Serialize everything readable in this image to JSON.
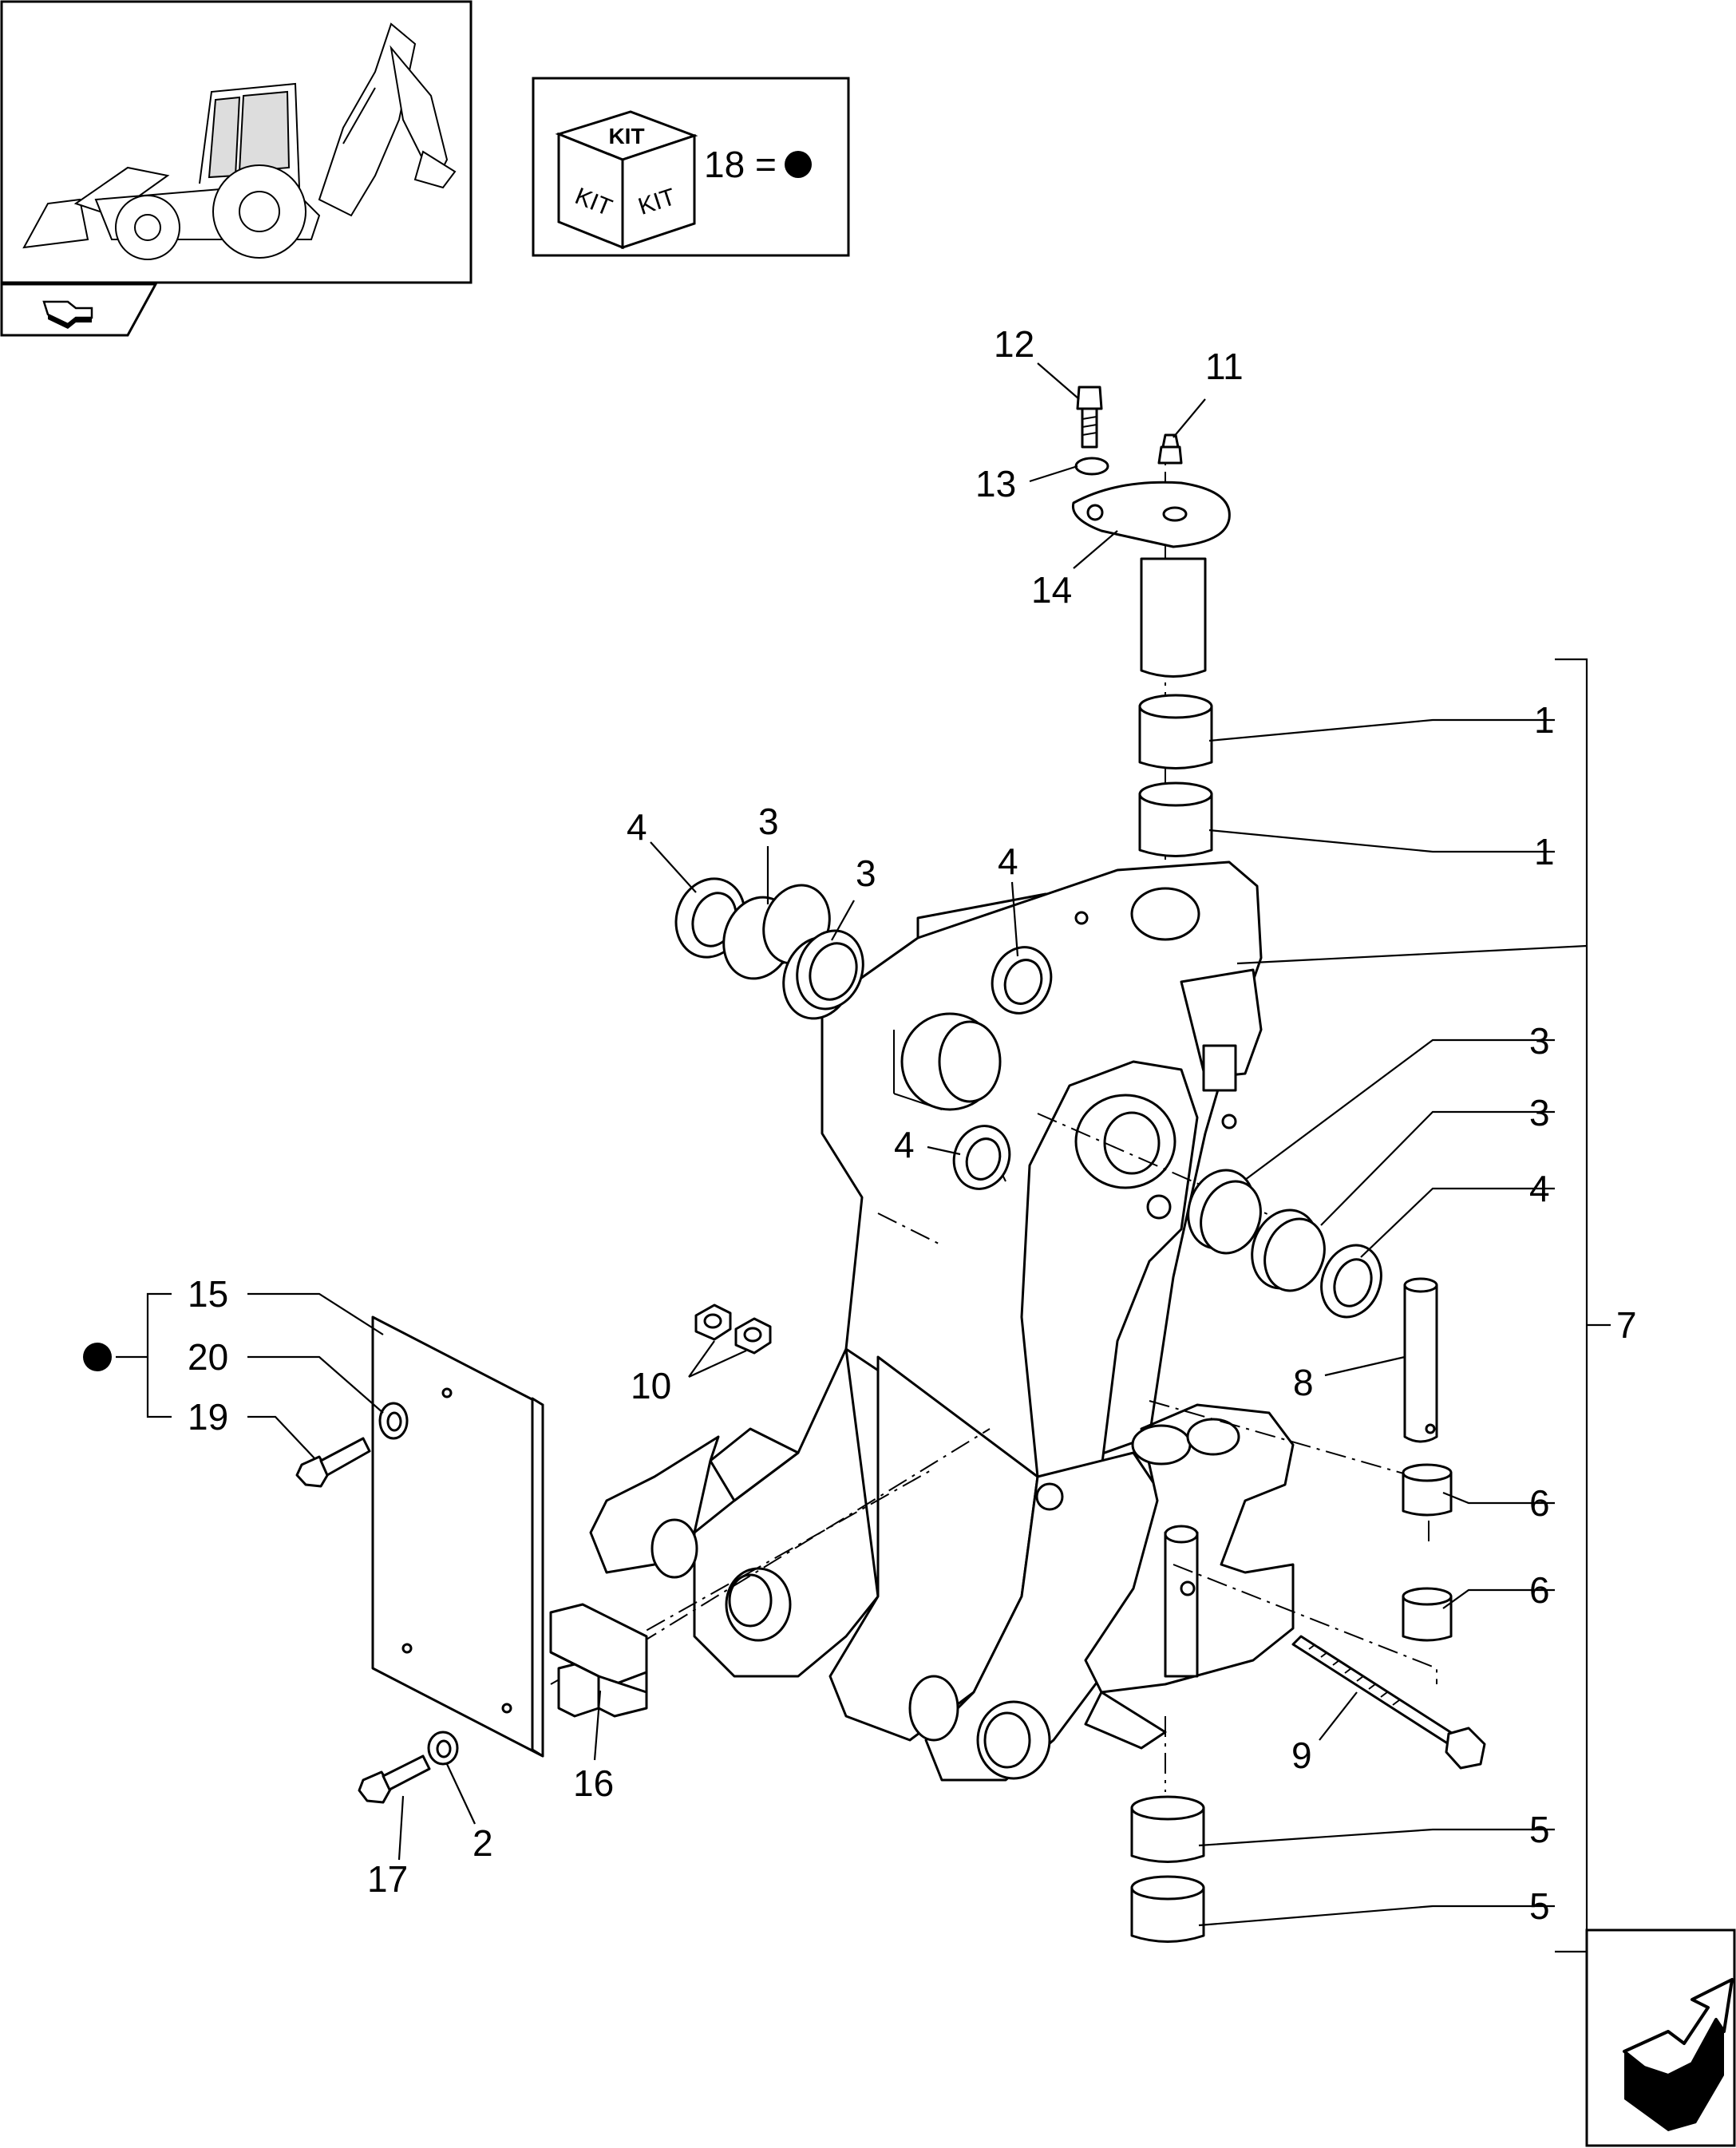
{
  "kit": {
    "cube_top": "KIT",
    "cube_left": "KIT",
    "cube_right": "KIT",
    "equation": "18 ="
  },
  "callouts": {
    "c1a": "1",
    "c1b": "1",
    "c2": "2",
    "c3a": "3",
    "c3b": "3",
    "c3c": "3",
    "c3d": "3",
    "c4a": "4",
    "c4b": "4",
    "c4c": "4",
    "c4d": "4",
    "c5a": "5",
    "c5b": "5",
    "c6a": "6",
    "c6b": "6",
    "c7": "7",
    "c8": "8",
    "c9": "9",
    "c10": "10",
    "c11": "11",
    "c12": "12",
    "c13": "13",
    "c14": "14",
    "c15": "15",
    "c16": "16",
    "c17": "17",
    "c19": "19",
    "c20": "20"
  },
  "icons": [
    "backhoe-thumbnail",
    "kit-cube-icon",
    "back-arrow-icon",
    "next-page-arrow-icon",
    "kit-dot-icon"
  ]
}
